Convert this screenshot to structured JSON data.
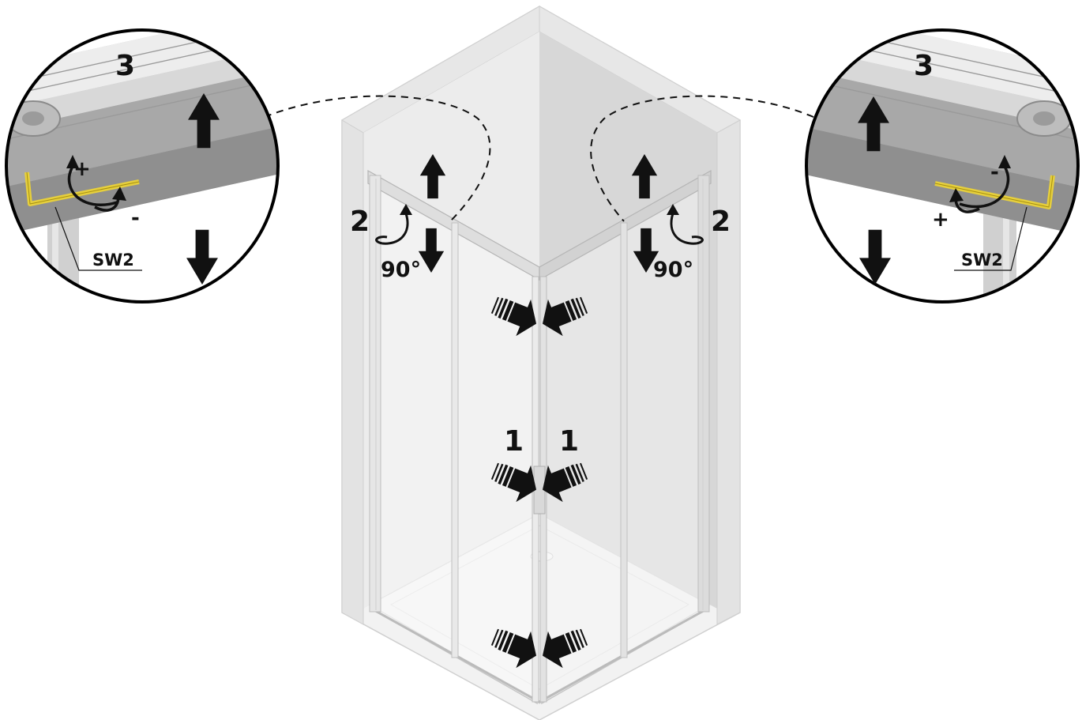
{
  "labels": {
    "step1_left": "1",
    "step1_right": "1",
    "step2_left": "2",
    "step2_right": "2",
    "step3_left": "3",
    "step3_right": "3",
    "angle_left": "90°",
    "angle_right": "90°",
    "plus_left": "+",
    "minus_left": "-",
    "plus_right": "+",
    "minus_right": "-",
    "tool_left": "SW2",
    "tool_right": "SW2"
  },
  "colors": {
    "wall": "#e9e9e9",
    "wall_shadow": "#d5d5d5",
    "frame": "#c4c4c4",
    "glass": "#f7f7f7",
    "rail": "#b9b9b9",
    "wrench": "#e6cf3d",
    "arrow": "#111111"
  },
  "icons": {
    "push_arrow": "chevron-arrow-icon",
    "lift_arrow": "vertical-double-arrow-icon",
    "rotate_arrow": "curved-arrow-icon",
    "wrench": "hex-key-icon"
  }
}
